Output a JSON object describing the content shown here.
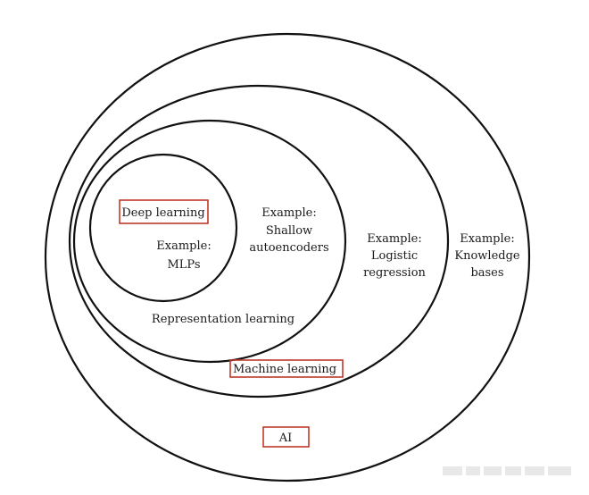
{
  "colors": {
    "stroke": "#111111",
    "highlight_box": "#c0392b",
    "text": "#1a1a1a",
    "background": "#ffffff"
  },
  "sets": {
    "ai": {
      "title": "AI",
      "example": [
        "Example:",
        "Knowledge",
        "bases"
      ]
    },
    "machine_learning": {
      "title": "Machine learning",
      "example": [
        "Example:",
        "Logistic",
        "regression"
      ]
    },
    "representation_learning": {
      "title": "Representation learning",
      "example": [
        "Example:",
        "Shallow",
        "autoencoders"
      ]
    },
    "deep_learning": {
      "title": "Deep learning",
      "example": [
        "Example:",
        "MLPs"
      ]
    }
  }
}
